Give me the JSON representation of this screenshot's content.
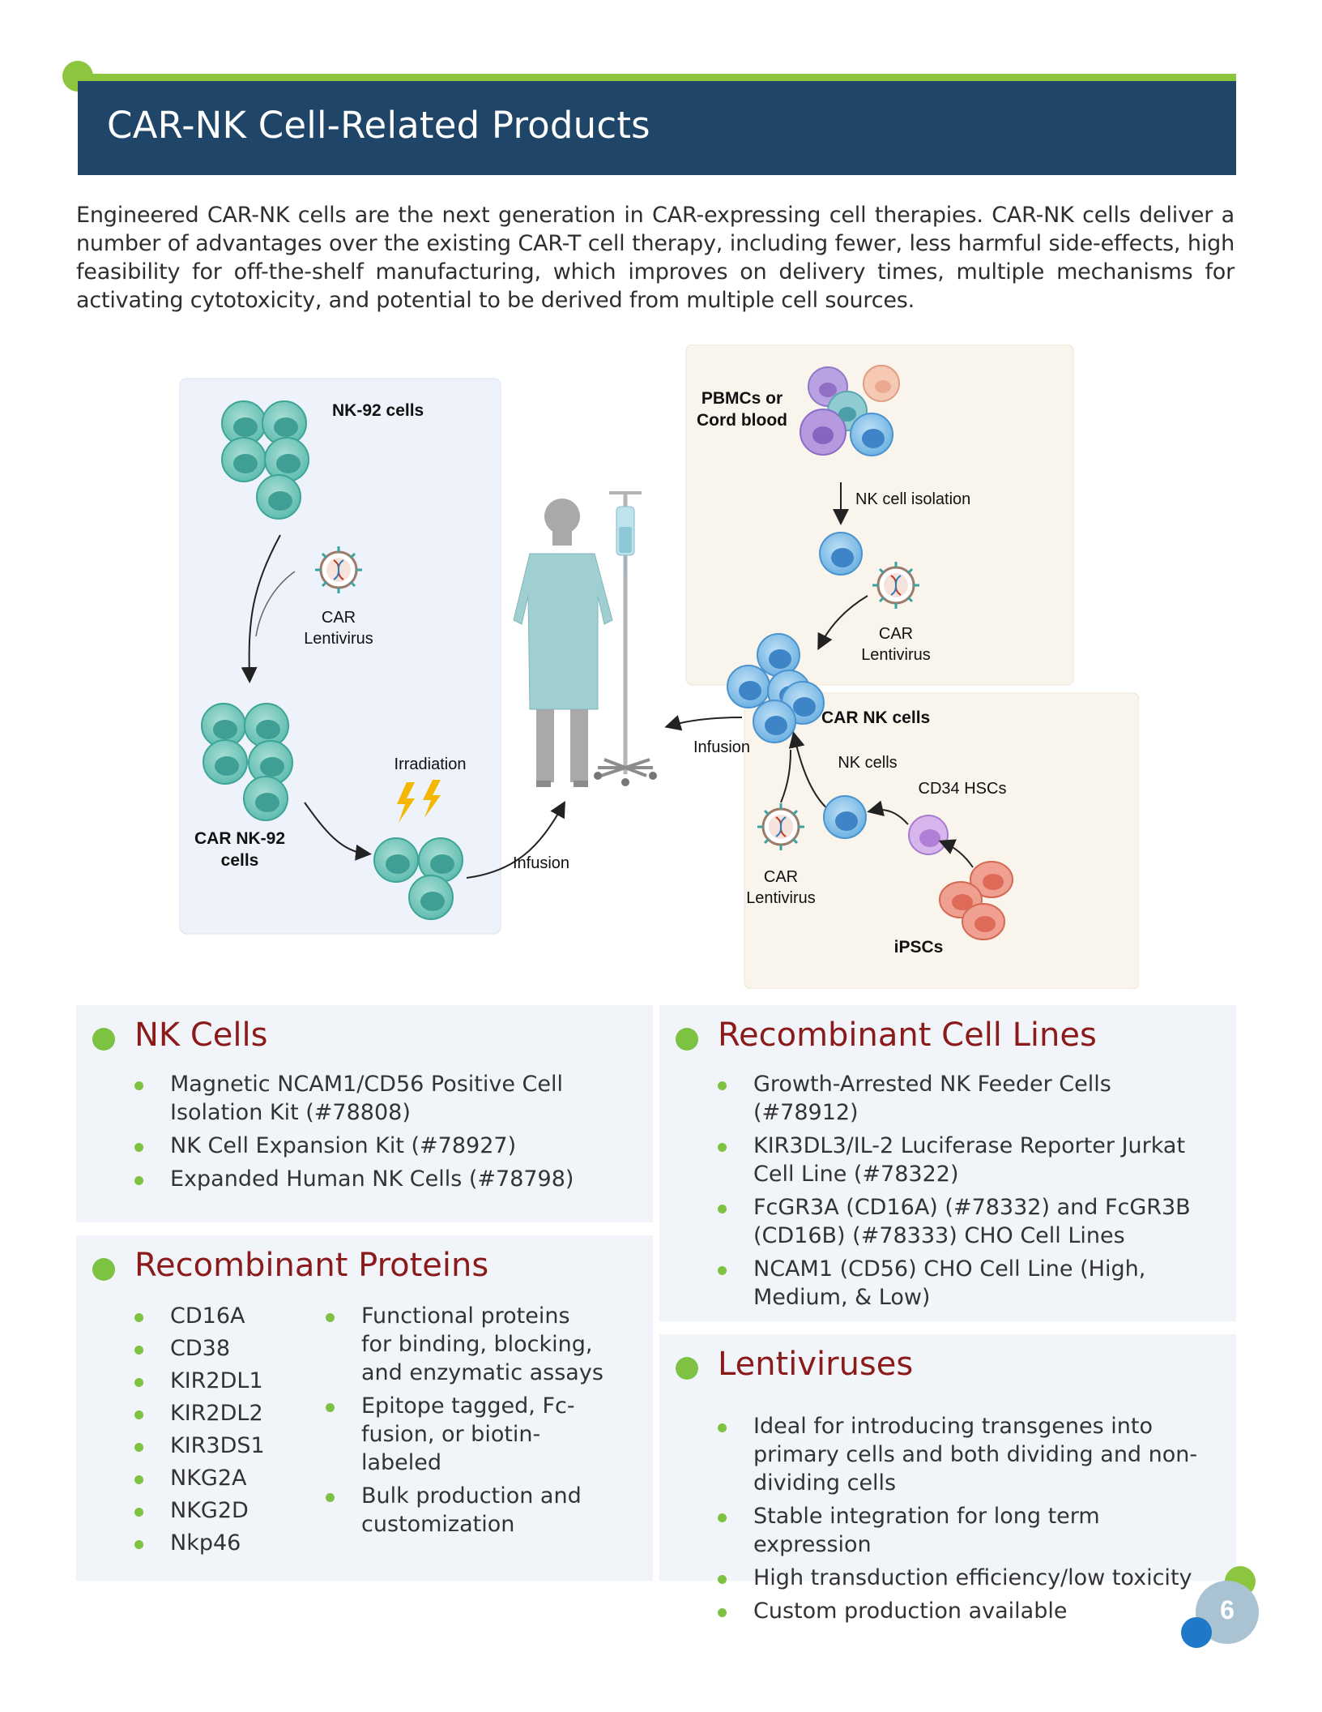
{
  "header": {
    "title": "CAR-NK Cell-Related Products"
  },
  "intro": "Engineered CAR-NK cells are the next generation in CAR-expressing cell therapies. CAR-NK cells deliver a  number of advantages over the existing CAR-T cell therapy, including fewer, less harmful side-effects, high feasibility for off-the-shelf manufacturing, which improves on delivery times, multiple mechanisms for activating cytotoxicity, and potential to be derived from multiple cell sources.",
  "figure": {
    "nk92": "NK-92 cells",
    "car_lenti": "CAR",
    "car_lenti2": "Lentivirus",
    "car_nk92_1": "CAR NK-92",
    "car_nk92_2": "cells",
    "irradiation": "Irradiation",
    "infusion": "Infusion",
    "pbmc1": "PBMCs or",
    "pbmc2": "Cord blood",
    "nk_isolation": "NK cell isolation",
    "car_nk_cells": "CAR NK cells",
    "nk_cells": "NK cells",
    "cd34": "CD34 HSCs",
    "ipscs": "iPSCs"
  },
  "nk_cells": {
    "heading": "NK Cells",
    "items": [
      "Magnetic NCAM1/CD56 Positive Cell Isolation Kit (#78808)",
      "NK Cell Expansion Kit (#78927)",
      "Expanded Human NK Cells (#78798)"
    ]
  },
  "recombinant_proteins": {
    "heading": "Recombinant Proteins",
    "left_items": [
      "CD16A",
      "CD38",
      "KIR2DL1",
      "KIR2DL2",
      "KIR3DS1",
      "NKG2A",
      "NKG2D",
      "Nkp46"
    ],
    "right_items": [
      "Functional proteins for binding, blocking, and enzymatic assays",
      "Epitope tagged, Fc-fusion, or biotin-labeled",
      "Bulk production and customization"
    ]
  },
  "recombinant_cell_lines": {
    "heading": "Recombinant Cell Lines",
    "items": [
      "Growth-Arrested NK Feeder Cells (#78912)",
      "KIR3DL3/IL-2 Luciferase Reporter Jurkat Cell Line (#78322)",
      "FcGR3A (CD16A) (#78332) and FcGR3B (CD16B) (#78333) CHO Cell Lines",
      "NCAM1 (CD56) CHO Cell Line (High, Medium, & Low)"
    ]
  },
  "lentiviruses": {
    "heading": "Lentiviruses",
    "items": [
      "Ideal for introducing transgenes into primary cells and both dividing and non-dividing cells",
      "Stable integration for long term expression",
      "High transduction efficiency/low toxicity",
      "Custom production available"
    ]
  },
  "page_number": "6",
  "colors": {
    "banner": "#1f4569",
    "accent_green": "#8cc63f",
    "heading_red": "#8b1a1a",
    "panel_bg": "#f1f5f9"
  }
}
